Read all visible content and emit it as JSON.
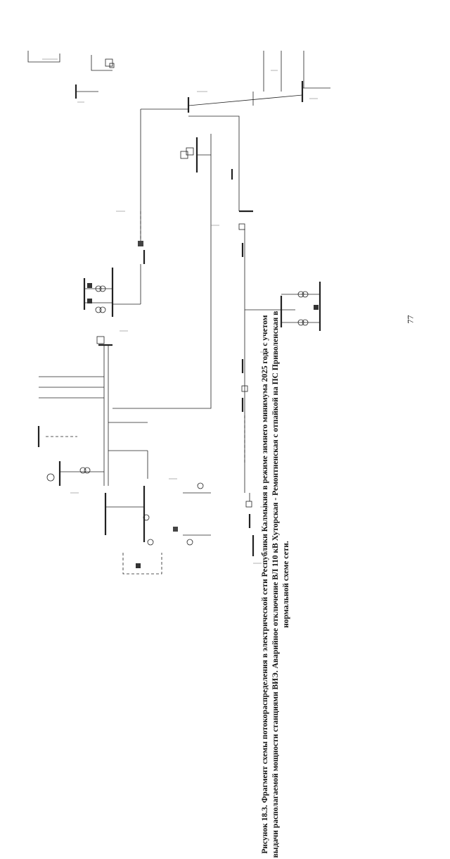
{
  "caption": {
    "prefix": "Рисунок 18.3.",
    "text": "Фрагмент схемы потокораспределения в электрической сети Республики Калмыкия в режиме зимнего минимума 2025 года с учетом выдачи располагаемой мощности станциями ВИЭ. Аварийное отключение ВЛ 110 кВ Хуторская - Ремонтненская с отпайкой на ПС Приволенская в нормальной схеме сети."
  },
  "page_number": "77"
}
